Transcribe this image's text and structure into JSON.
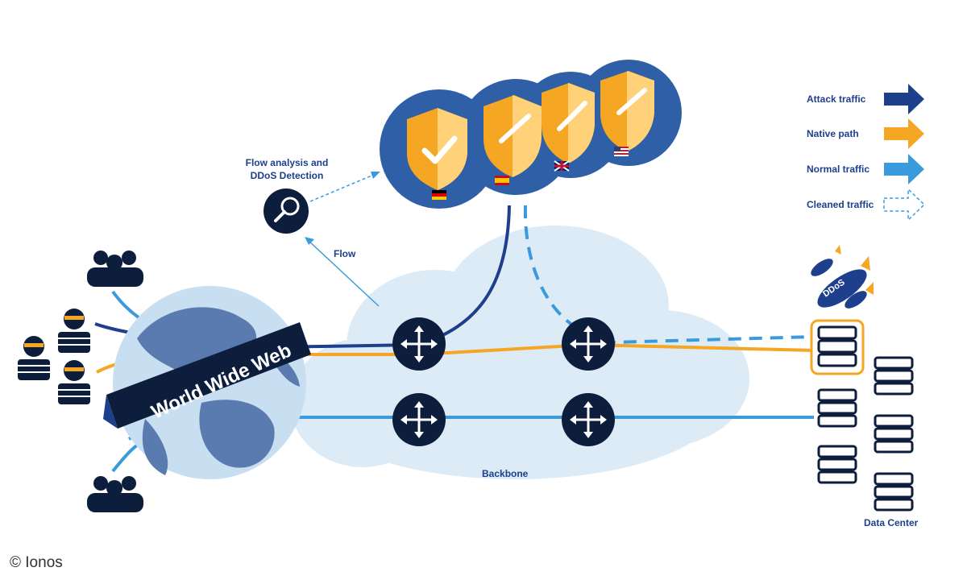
{
  "labels": {
    "flow_analysis": "Flow analysis and DDoS Detection",
    "flow": "Flow",
    "backbone": "Backbone",
    "data_center": "Data Center",
    "world_wide_web": "World Wide Web",
    "ddos": "DDoS",
    "copyright": "© Ionos"
  },
  "legend": {
    "attack": "Attack traffic",
    "native": "Native path",
    "normal": "Normal traffic",
    "cleaned": "Cleaned traffic"
  },
  "colors": {
    "attack": "#1d3f8c",
    "native": "#f5a623",
    "normal": "#3a9bdc",
    "cleaned": "#3a9bdc",
    "shield_circle": "#2f5fa7",
    "router": "#0d1e3d",
    "cloud": "#ddebf7"
  },
  "icons": [
    "shield-check-icon",
    "magnifier-icon",
    "router-icon",
    "server-icon",
    "user-group-icon",
    "attacker-icon",
    "missile-icon",
    "globe-icon"
  ]
}
